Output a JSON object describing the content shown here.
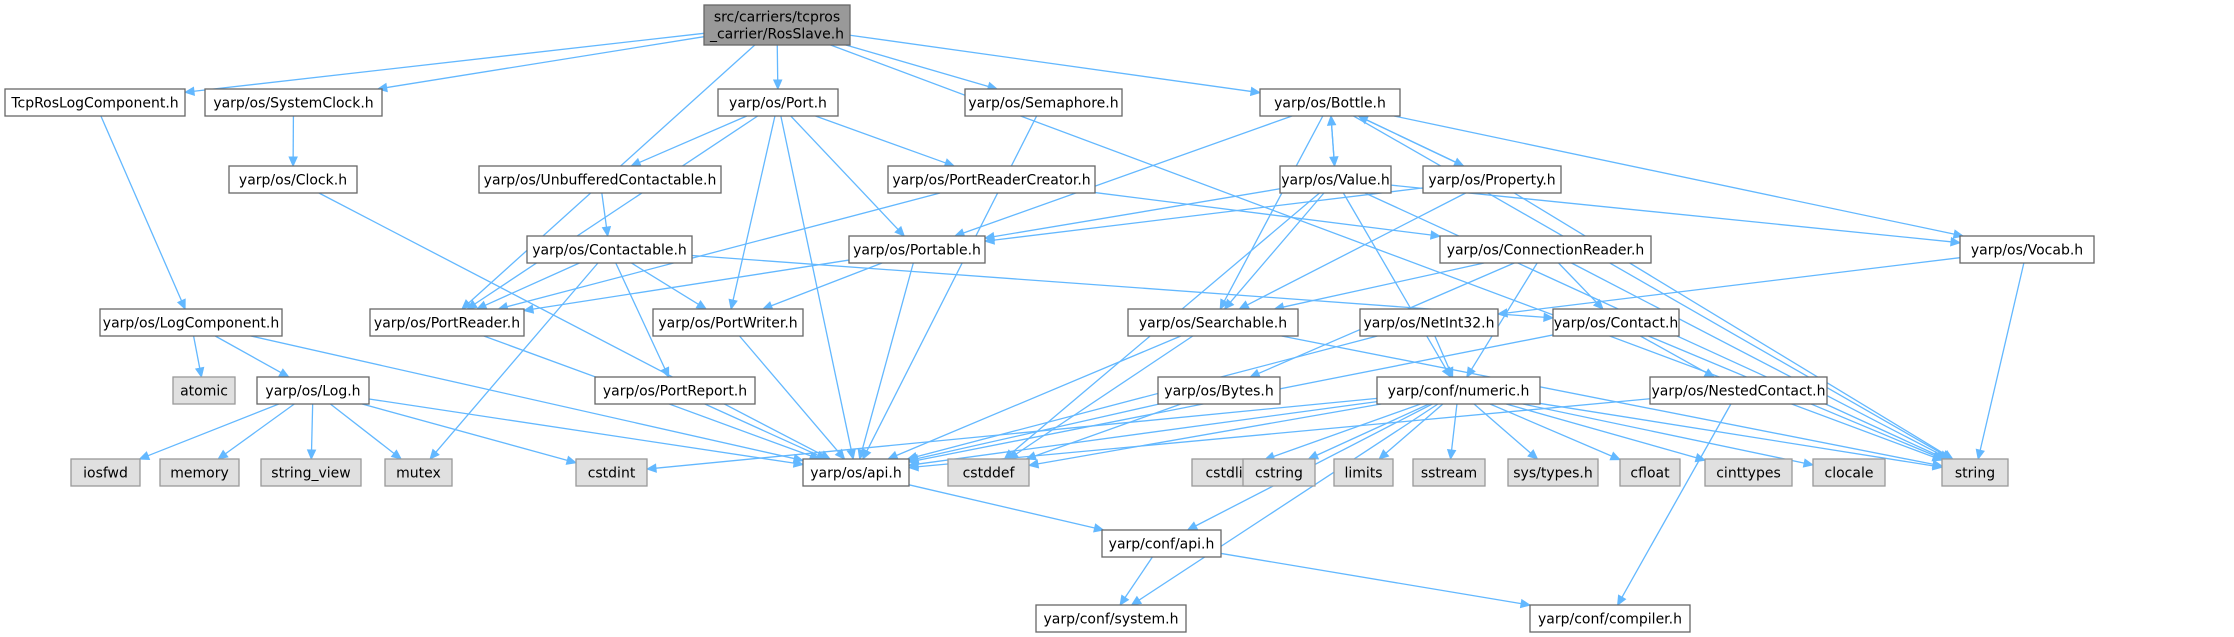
{
  "diagram": {
    "colors": {
      "edge": "#63b8ff",
      "root_fill": "#999999",
      "system_fill": "#e0e0e0",
      "node_border": "#666666"
    },
    "nodes": [
      {
        "id": "rosslave",
        "lines": [
          "src/carriers/tcpros",
          "_carrier/RosSlave.h"
        ],
        "kind": "root"
      },
      {
        "id": "tcproslog",
        "lines": [
          "TcpRosLogComponent.h"
        ],
        "kind": "header"
      },
      {
        "id": "sysclock",
        "lines": [
          "yarp/os/SystemClock.h"
        ],
        "kind": "header"
      },
      {
        "id": "port",
        "lines": [
          "yarp/os/Port.h"
        ],
        "kind": "header"
      },
      {
        "id": "semaphore",
        "lines": [
          "yarp/os/Semaphore.h"
        ],
        "kind": "header"
      },
      {
        "id": "bottle",
        "lines": [
          "yarp/os/Bottle.h"
        ],
        "kind": "header"
      },
      {
        "id": "clock",
        "lines": [
          "yarp/os/Clock.h"
        ],
        "kind": "header"
      },
      {
        "id": "unbuf",
        "lines": [
          "yarp/os/UnbufferedContactable.h"
        ],
        "kind": "header"
      },
      {
        "id": "prcreator",
        "lines": [
          "yarp/os/PortReaderCreator.h"
        ],
        "kind": "header"
      },
      {
        "id": "value",
        "lines": [
          "yarp/os/Value.h"
        ],
        "kind": "header"
      },
      {
        "id": "property",
        "lines": [
          "yarp/os/Property.h"
        ],
        "kind": "header"
      },
      {
        "id": "contactable",
        "lines": [
          "yarp/os/Contactable.h"
        ],
        "kind": "header"
      },
      {
        "id": "portable",
        "lines": [
          "yarp/os/Portable.h"
        ],
        "kind": "header"
      },
      {
        "id": "connreader",
        "lines": [
          "yarp/os/ConnectionReader.h"
        ],
        "kind": "header"
      },
      {
        "id": "vocab",
        "lines": [
          "yarp/os/Vocab.h"
        ],
        "kind": "header"
      },
      {
        "id": "logcomp",
        "lines": [
          "yarp/os/LogComponent.h"
        ],
        "kind": "header"
      },
      {
        "id": "portreader",
        "lines": [
          "yarp/os/PortReader.h"
        ],
        "kind": "header"
      },
      {
        "id": "portwriter",
        "lines": [
          "yarp/os/PortWriter.h"
        ],
        "kind": "header"
      },
      {
        "id": "searchable",
        "lines": [
          "yarp/os/Searchable.h"
        ],
        "kind": "header"
      },
      {
        "id": "netint32",
        "lines": [
          "yarp/os/NetInt32.h"
        ],
        "kind": "header"
      },
      {
        "id": "contact",
        "lines": [
          "yarp/os/Contact.h"
        ],
        "kind": "header"
      },
      {
        "id": "atomic",
        "lines": [
          "atomic"
        ],
        "kind": "system"
      },
      {
        "id": "log",
        "lines": [
          "yarp/os/Log.h"
        ],
        "kind": "header"
      },
      {
        "id": "portreport",
        "lines": [
          "yarp/os/PortReport.h"
        ],
        "kind": "header"
      },
      {
        "id": "bytes",
        "lines": [
          "yarp/os/Bytes.h"
        ],
        "kind": "header"
      },
      {
        "id": "numeric",
        "lines": [
          "yarp/conf/numeric.h"
        ],
        "kind": "header"
      },
      {
        "id": "nestedcontact",
        "lines": [
          "yarp/os/NestedContact.h"
        ],
        "kind": "header"
      },
      {
        "id": "iosfwd",
        "lines": [
          "iosfwd"
        ],
        "kind": "system"
      },
      {
        "id": "memory",
        "lines": [
          "memory"
        ],
        "kind": "system"
      },
      {
        "id": "string_view",
        "lines": [
          "string_view"
        ],
        "kind": "system"
      },
      {
        "id": "mutex",
        "lines": [
          "mutex"
        ],
        "kind": "system"
      },
      {
        "id": "cstdint",
        "lines": [
          "cstdint"
        ],
        "kind": "system"
      },
      {
        "id": "osapi",
        "lines": [
          "yarp/os/api.h"
        ],
        "kind": "header"
      },
      {
        "id": "cstddef",
        "lines": [
          "cstddef"
        ],
        "kind": "system"
      },
      {
        "id": "cstdlib",
        "lines": [
          "cstdlib"
        ],
        "kind": "system"
      },
      {
        "id": "cstring",
        "lines": [
          "cstring"
        ],
        "kind": "system"
      },
      {
        "id": "limits",
        "lines": [
          "limits"
        ],
        "kind": "system"
      },
      {
        "id": "sstream",
        "lines": [
          "sstream"
        ],
        "kind": "system"
      },
      {
        "id": "systypes",
        "lines": [
          "sys/types.h"
        ],
        "kind": "system"
      },
      {
        "id": "cfloat",
        "lines": [
          "cfloat"
        ],
        "kind": "system"
      },
      {
        "id": "cinttypes",
        "lines": [
          "cinttypes"
        ],
        "kind": "system"
      },
      {
        "id": "clocale",
        "lines": [
          "clocale"
        ],
        "kind": "system"
      },
      {
        "id": "string",
        "lines": [
          "string"
        ],
        "kind": "system"
      },
      {
        "id": "confapi",
        "lines": [
          "yarp/conf/api.h"
        ],
        "kind": "header"
      },
      {
        "id": "confsystem",
        "lines": [
          "yarp/conf/system.h"
        ],
        "kind": "header"
      },
      {
        "id": "confcompiler",
        "lines": [
          "yarp/conf/compiler.h"
        ],
        "kind": "header"
      }
    ],
    "edges": [
      [
        "rosslave",
        "tcproslog"
      ],
      [
        "rosslave",
        "sysclock"
      ],
      [
        "rosslave",
        "port"
      ],
      [
        "rosslave",
        "semaphore"
      ],
      [
        "rosslave",
        "bottle"
      ],
      [
        "rosslave",
        "portreader"
      ],
      [
        "rosslave",
        "string"
      ],
      [
        "tcproslog",
        "logcomp"
      ],
      [
        "sysclock",
        "clock"
      ],
      [
        "clock",
        "osapi"
      ],
      [
        "port",
        "unbuf"
      ],
      [
        "port",
        "prcreator"
      ],
      [
        "port",
        "portreader"
      ],
      [
        "port",
        "portwriter"
      ],
      [
        "port",
        "portable"
      ],
      [
        "port",
        "osapi"
      ],
      [
        "semaphore",
        "osapi"
      ],
      [
        "bottle",
        "value"
      ],
      [
        "bottle",
        "property"
      ],
      [
        "bottle",
        "portable"
      ],
      [
        "bottle",
        "searchable"
      ],
      [
        "bottle",
        "vocab"
      ],
      [
        "bottle",
        "string"
      ],
      [
        "value",
        "bottle"
      ],
      [
        "value",
        "portable"
      ],
      [
        "value",
        "searchable"
      ],
      [
        "value",
        "vocab"
      ],
      [
        "value",
        "numeric"
      ],
      [
        "value",
        "cstddef"
      ],
      [
        "value",
        "string"
      ],
      [
        "property",
        "bottle"
      ],
      [
        "property",
        "portable"
      ],
      [
        "property",
        "searchable"
      ],
      [
        "property",
        "string"
      ],
      [
        "unbuf",
        "contactable"
      ],
      [
        "prcreator",
        "portreader"
      ],
      [
        "prcreator",
        "connreader"
      ],
      [
        "contactable",
        "portreader"
      ],
      [
        "contactable",
        "portwriter"
      ],
      [
        "contactable",
        "portreport"
      ],
      [
        "contactable",
        "contact"
      ],
      [
        "contactable",
        "mutex"
      ],
      [
        "portable",
        "portreader"
      ],
      [
        "portable",
        "portwriter"
      ],
      [
        "portable",
        "osapi"
      ],
      [
        "connreader",
        "searchable"
      ],
      [
        "connreader",
        "contact"
      ],
      [
        "connreader",
        "bytes"
      ],
      [
        "connreader",
        "numeric"
      ],
      [
        "connreader",
        "string"
      ],
      [
        "vocab",
        "netint32"
      ],
      [
        "vocab",
        "string"
      ],
      [
        "logcomp",
        "atomic"
      ],
      [
        "logcomp",
        "log"
      ],
      [
        "logcomp",
        "osapi"
      ],
      [
        "portreader",
        "osapi"
      ],
      [
        "portwriter",
        "osapi"
      ],
      [
        "searchable",
        "osapi"
      ],
      [
        "searchable",
        "string"
      ],
      [
        "searchable",
        "cstddef"
      ],
      [
        "netint32",
        "numeric"
      ],
      [
        "netint32",
        "osapi"
      ],
      [
        "contact",
        "nestedcontact"
      ],
      [
        "contact",
        "string"
      ],
      [
        "contact",
        "osapi"
      ],
      [
        "log",
        "iosfwd"
      ],
      [
        "log",
        "memory"
      ],
      [
        "log",
        "string_view"
      ],
      [
        "log",
        "mutex"
      ],
      [
        "log",
        "cstdint"
      ],
      [
        "log",
        "osapi"
      ],
      [
        "portreport",
        "osapi"
      ],
      [
        "bytes",
        "osapi"
      ],
      [
        "bytes",
        "cstddef"
      ],
      [
        "numeric",
        "osapi"
      ],
      [
        "numeric",
        "cstddef"
      ],
      [
        "numeric",
        "cstdint"
      ],
      [
        "numeric",
        "cstdlib"
      ],
      [
        "numeric",
        "cstring"
      ],
      [
        "numeric",
        "limits"
      ],
      [
        "numeric",
        "sstream"
      ],
      [
        "numeric",
        "systypes"
      ],
      [
        "numeric",
        "cfloat"
      ],
      [
        "numeric",
        "cinttypes"
      ],
      [
        "numeric",
        "clocale"
      ],
      [
        "numeric",
        "string"
      ],
      [
        "numeric",
        "confapi"
      ],
      [
        "numeric",
        "confsystem"
      ],
      [
        "nestedcontact",
        "confcompiler"
      ],
      [
        "nestedcontact",
        "osapi"
      ],
      [
        "osapi",
        "confapi"
      ],
      [
        "confapi",
        "confsystem"
      ],
      [
        "confapi",
        "confcompiler"
      ]
    ]
  }
}
